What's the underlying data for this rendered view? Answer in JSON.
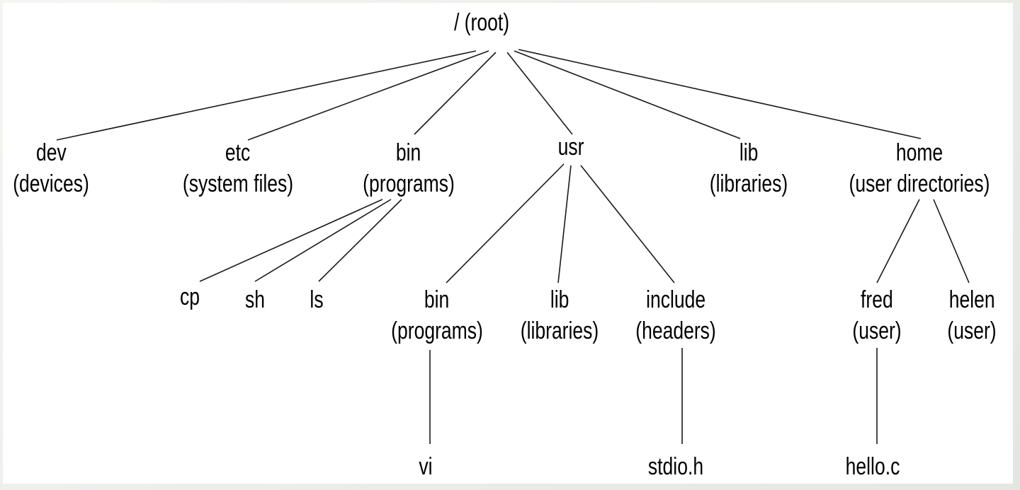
{
  "diagram": {
    "root": {
      "name": "/ (root)"
    },
    "level1": [
      {
        "name": "dev",
        "desc": "(devices)"
      },
      {
        "name": "etc",
        "desc": "(system files)"
      },
      {
        "name": "bin",
        "desc": "(programs)"
      },
      {
        "name": "usr",
        "desc": ""
      },
      {
        "name": "lib",
        "desc": "(libraries)"
      },
      {
        "name": "home",
        "desc": "(user directories)"
      }
    ],
    "bin_children": [
      {
        "name": "cp"
      },
      {
        "name": "sh"
      },
      {
        "name": "ls"
      }
    ],
    "usr_children": [
      {
        "name": "bin",
        "desc": "(programs)"
      },
      {
        "name": "lib",
        "desc": "(libraries)"
      },
      {
        "name": "include",
        "desc": "(headers)"
      }
    ],
    "home_children": [
      {
        "name": "fred",
        "desc": "(user)"
      },
      {
        "name": "helen",
        "desc": "(user)"
      }
    ],
    "leaves": [
      {
        "name": "vi"
      },
      {
        "name": "stdio.h"
      },
      {
        "name": "hello.c"
      }
    ]
  }
}
